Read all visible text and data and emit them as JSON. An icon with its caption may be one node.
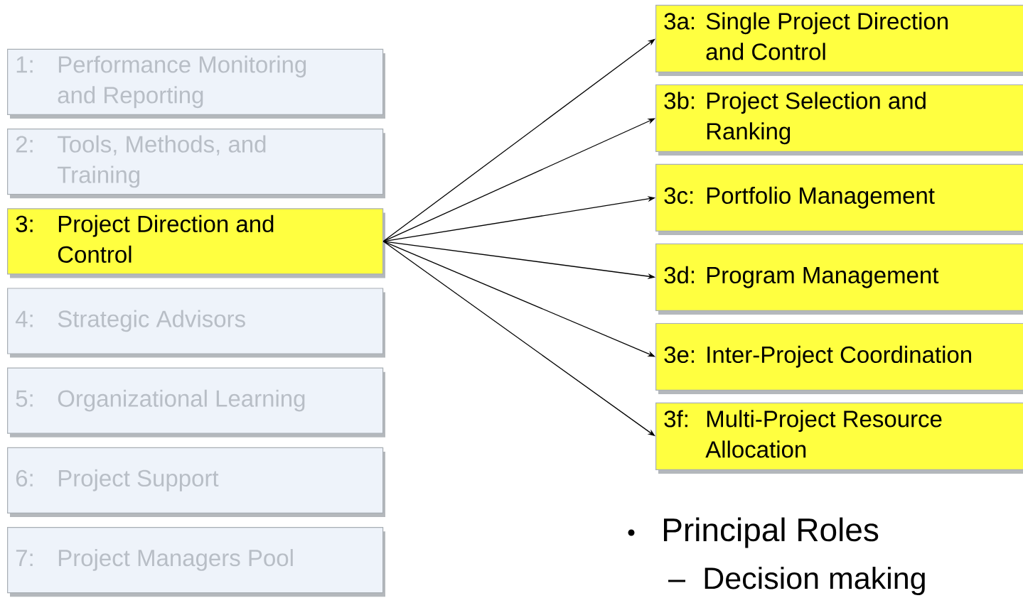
{
  "diagram": {
    "nodes": [
      {
        "text": [
          "1:",
          "Performance Monitoring and Reporting"
        ]
      },
      {
        "text": [
          "2:",
          "Tools, Methods, and Training"
        ]
      },
      {
        "text": [
          "3:",
          "Project Direction and Control"
        ]
      },
      {
        "text": [
          "4:",
          "Strategic Advisors"
        ]
      },
      {
        "text": [
          "5:",
          "Organizational Learning"
        ]
      },
      {
        "text": [
          "6:",
          "Project Support"
        ]
      },
      {
        "text": [
          "7:",
          "Project Managers Pool"
        ]
      },
      {
        "text": [
          "3a:",
          "Single Project Direction and Control"
        ]
      },
      {
        "text": [
          "3b:",
          "Project Selection and Ranking"
        ]
      },
      {
        "text": [
          "3c:",
          "Portfolio Management"
        ]
      },
      {
        "text": [
          "3d:",
          "Program Management"
        ]
      },
      {
        "text": [
          "3e:",
          "Inter-Project Coordination"
        ]
      },
      {
        "text": [
          "3f:",
          "Multi-Project Resource Allocation"
        ]
      }
    ],
    "edges": [
      {
        "from": 2,
        "to": 7,
        "arrow": "to"
      },
      {
        "from": 2,
        "to": 8,
        "arrow": "to"
      },
      {
        "from": 2,
        "to": 9,
        "arrow": "to"
      },
      {
        "from": 2,
        "to": 10,
        "arrow": "to"
      },
      {
        "from": 2,
        "to": 11,
        "arrow": "to"
      },
      {
        "from": 2,
        "to": 12,
        "arrow": "to"
      }
    ],
    "labels": [
      "Principal Roles",
      "Decision making"
    ]
  }
}
